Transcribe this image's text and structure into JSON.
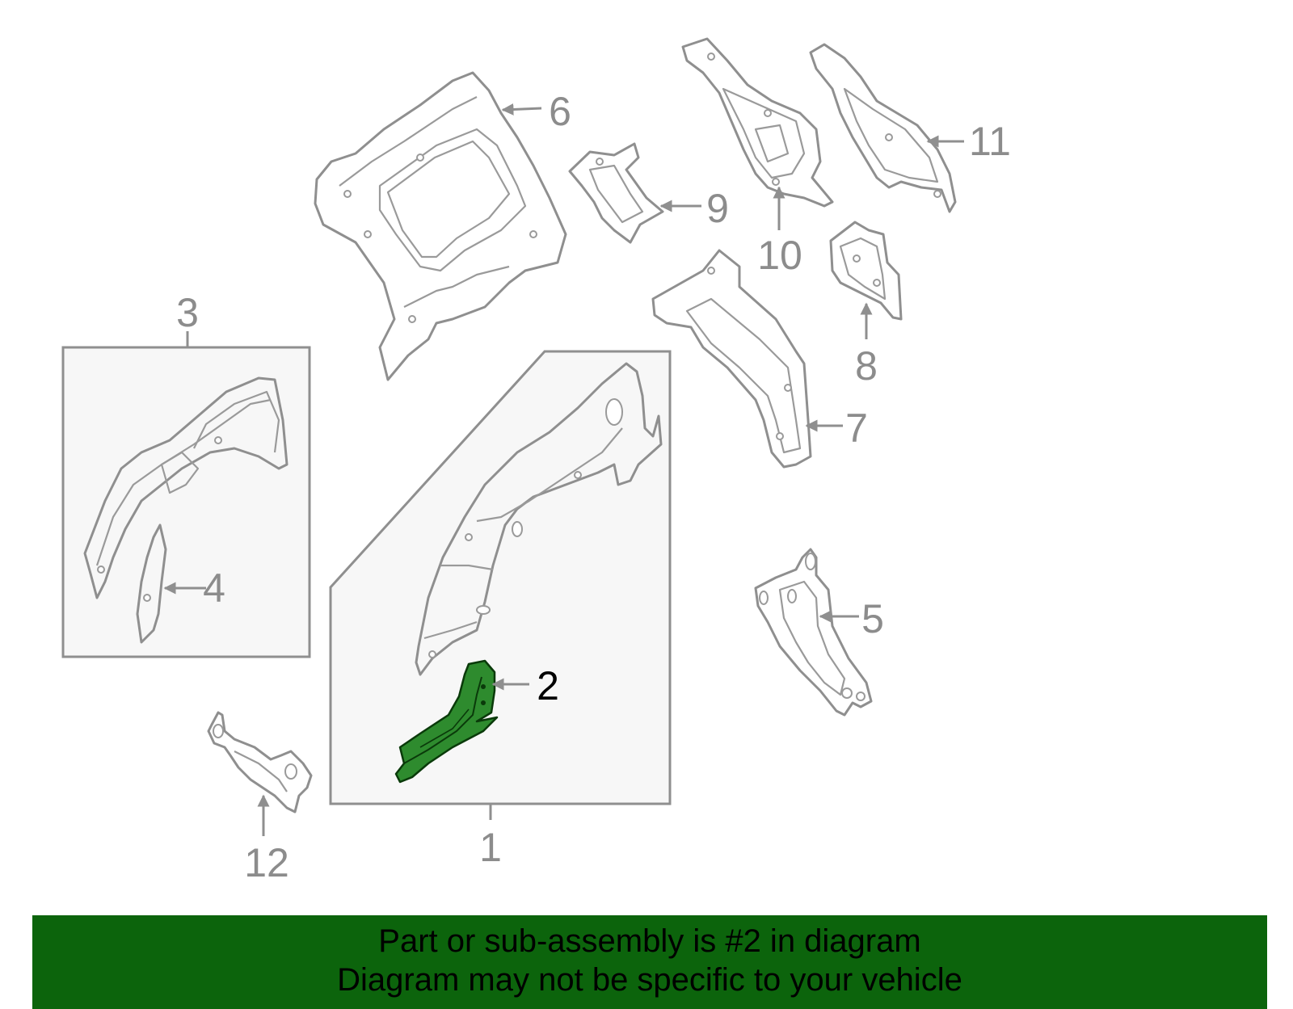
{
  "colors": {
    "outline": "#8f8f8f",
    "highlight_part": "#2e8b2e",
    "banner_background": "#0c640c",
    "banner_text": "#000000"
  },
  "callouts": {
    "c1": "1",
    "c2": "2",
    "c3": "3",
    "c4": "4",
    "c5": "5",
    "c6": "6",
    "c7": "7",
    "c8": "8",
    "c9": "9",
    "c10": "10",
    "c11": "11",
    "c12": "12"
  },
  "banner": {
    "line1": "Part or sub-assembly is #2 in diagram",
    "line2": "Diagram may not be specific to your vehicle"
  }
}
